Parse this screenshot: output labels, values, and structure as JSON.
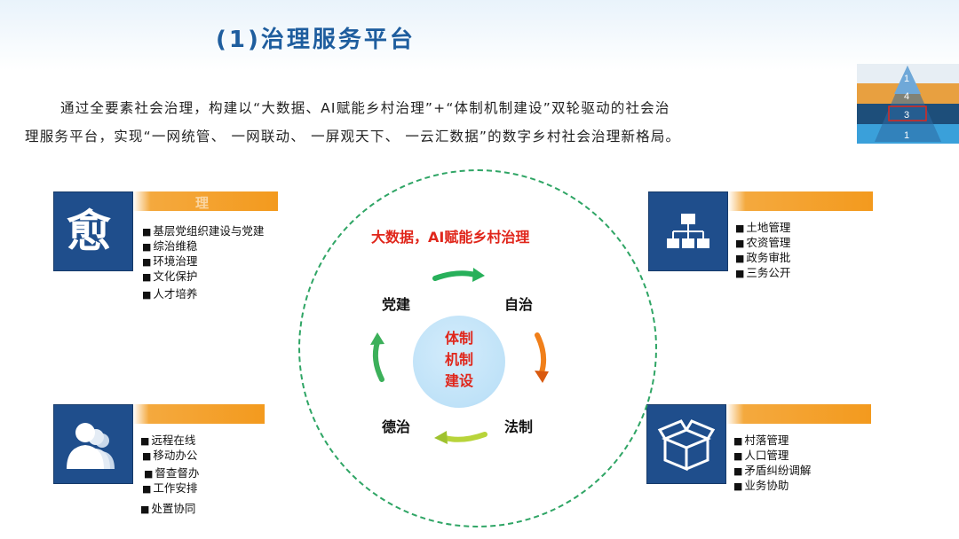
{
  "title": "(1)治理服务平台",
  "intro": {
    "line1": "通过全要素社会治理，构建以“大数据、AI赋能乡村治理”+“体制机制建设”双轮驱动的社会治",
    "line2": "理服务平台，实现“一网统管、  一网联动、  一屏观天下、  一云汇数据”的数字乡村社会治理新格局。"
  },
  "pyramid": {
    "levels": [
      "1",
      "4",
      "3",
      "1"
    ],
    "colors": [
      "#5a8fc0",
      "#e8a040",
      "#1d4e7a",
      "#3aa0da"
    ]
  },
  "cards": {
    "top_left": {
      "icon_glyph": "愈",
      "header": "理",
      "items": [
        "基层党组织建设与党建",
        "综治维稳",
        "环境治理",
        "文化保护",
        "人才培养"
      ]
    },
    "bottom_left": {
      "items": [
        "远程在线",
        "移动办公",
        "督查督办",
        "工作安排",
        "处置协同"
      ]
    },
    "top_right": {
      "items": [
        "土地管理",
        "农资管理",
        "政务审批",
        "三务公开"
      ]
    },
    "bottom_right": {
      "items": [
        "村落管理",
        "人口管理",
        "矛盾纠纷调解",
        "业务协助"
      ]
    }
  },
  "cycle": {
    "caption": "大数据，AI赋能乡村治理",
    "nodes": {
      "top_left": "党建",
      "top_right": "自治",
      "bottom_left": "德治",
      "bottom_right": "法制"
    },
    "hub": [
      "体制",
      "机制",
      "建设"
    ]
  },
  "colors": {
    "title": "#1e5d9e",
    "card_blue": "#1f4e8c",
    "card_orange": "#f39a1e",
    "dashed_circle": "#2fa565",
    "caption_red": "#e0261b"
  }
}
